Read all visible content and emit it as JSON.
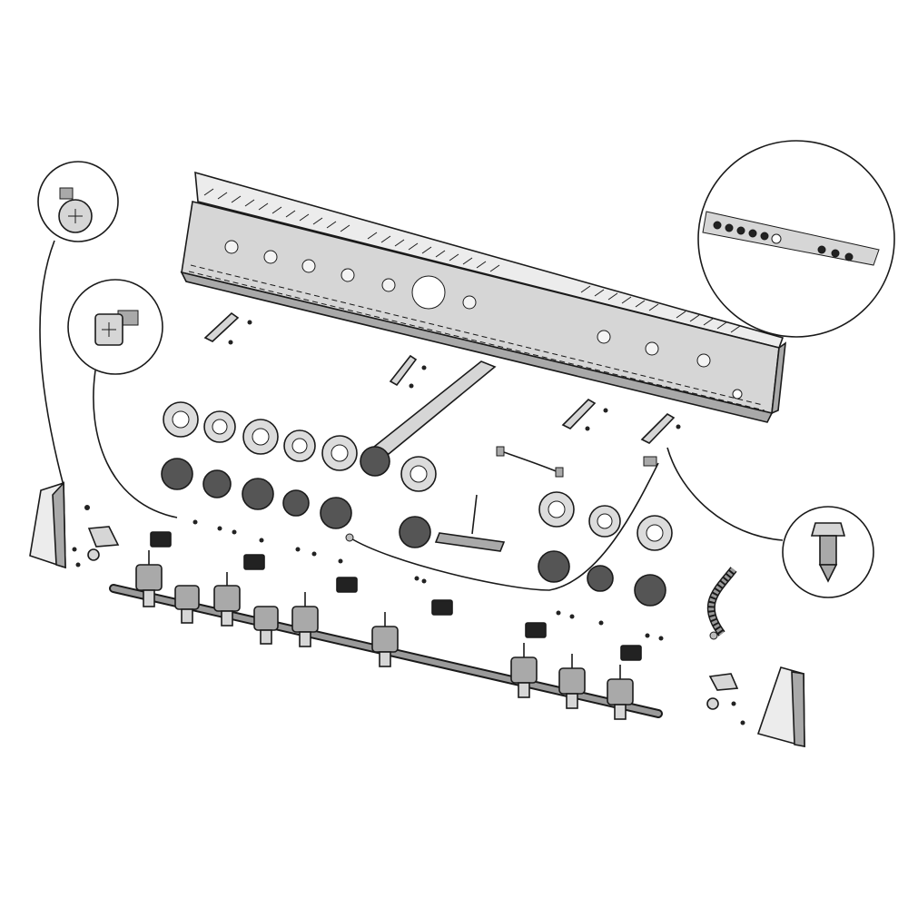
{
  "diagram": {
    "type": "exploded-parts-view",
    "colors": {
      "line": "#1a1a1a",
      "metal": "#d6d6d6",
      "metal_dark": "#a9a9a9",
      "knob": "#555555",
      "background": "#ffffff"
    },
    "parts": [
      "control-panel",
      "control-panel-overview-callout",
      "phillips-screw-callout",
      "machine-screw-callout",
      "self-drilling-hex-screw-callout",
      "mounting-bracket",
      "bezel",
      "control-knob",
      "rotisserie-motor-bracket",
      "igniter-wire",
      "igniter-module",
      "gas-manifold",
      "burner-valve",
      "valve-clip",
      "side-end-cap",
      "flex-gas-hose",
      "crossover-tube"
    ]
  }
}
